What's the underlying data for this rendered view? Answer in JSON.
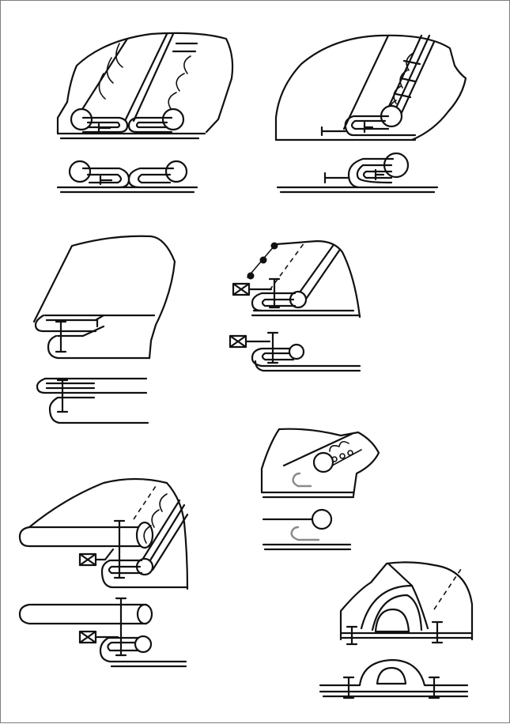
{
  "figures": [
    {
      "id": 1,
      "description_icon": "double-fold-seam-piping"
    },
    {
      "id": 2,
      "description_icon": "lapped-seam-piping"
    },
    {
      "id": 3,
      "description_icon": "hem-fold"
    },
    {
      "id": 4,
      "description_icon": "bound-edge-cord"
    },
    {
      "id": 5,
      "description_icon": "cord-edge-insert"
    },
    {
      "id": 6,
      "description_icon": "cord-hem-double"
    },
    {
      "id": 7,
      "description_icon": "raised-cord-seam"
    }
  ],
  "colors": {
    "line": "#111111",
    "border": "#7d7d7d",
    "grey_stitch": "#8a8a8a"
  }
}
